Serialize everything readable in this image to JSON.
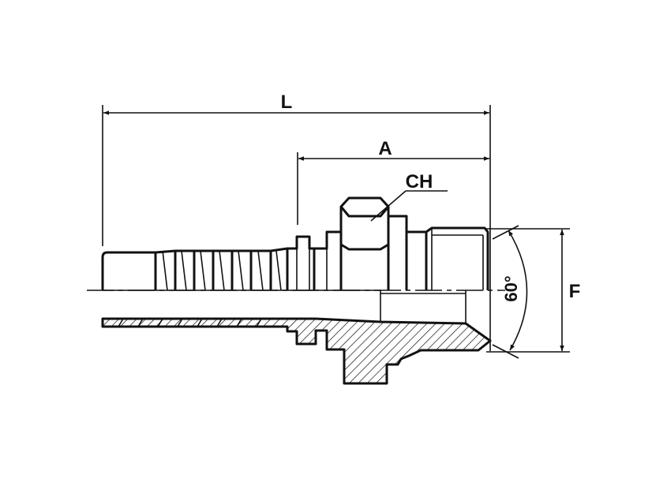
{
  "drawing": {
    "labels": {
      "length": "L",
      "socket": "A",
      "hex": "CH",
      "thread": "F",
      "angle": "60°"
    },
    "colors": {
      "line": "#111111",
      "background": "#ffffff"
    }
  }
}
